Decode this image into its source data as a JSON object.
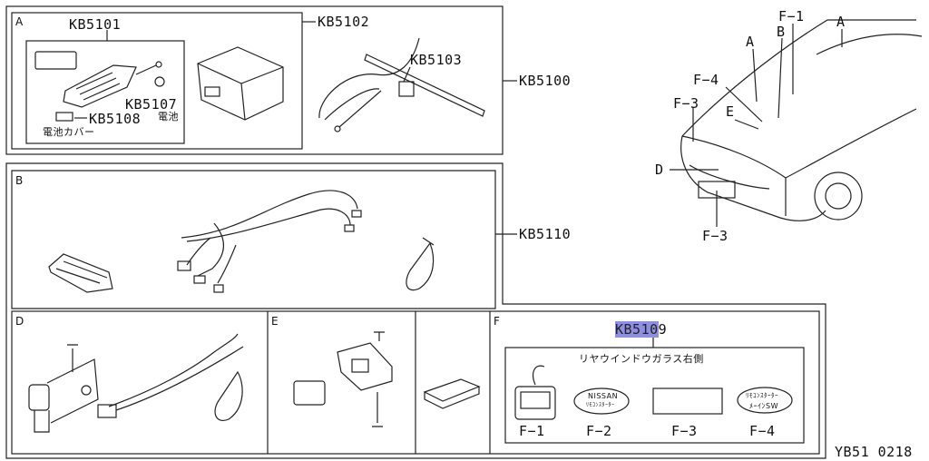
{
  "sections": {
    "a": "A",
    "b": "B",
    "d": "D",
    "e": "E",
    "f": "F"
  },
  "parts": {
    "kb5101": "KB5101",
    "kb5102": "KB5102",
    "kb5103": "KB5103",
    "kb5100": "KB5100",
    "kb5107": "KB5107",
    "kb5108": "KB5108",
    "kb5110": "KB5110",
    "kb5109_highlight": "KB510",
    "kb5109_rest": "9"
  },
  "japanese": {
    "battery": "電池",
    "battery_cover": "電池カバー",
    "rear_window_right": "リヤウインドウガラス右側"
  },
  "car_labels": {
    "f1": "F−1",
    "a_top": "A",
    "a_mid": "A",
    "b": "B",
    "f4": "F−4",
    "e": "E",
    "f3_left": "F−3",
    "d": "D",
    "f3_bottom": "F−3"
  },
  "stickers": {
    "f1": "F−1",
    "f2": "F−2",
    "f3": "F−3",
    "f4": "F−4",
    "nissan": "NISSAN",
    "nissan_sub": "ﾘﾓｺﾝｽﾀｰﾀｰ",
    "remote_top": "ﾘﾓｺﾝｽﾀｰﾀｰ",
    "remote_bottom": "ﾒｰｲﾝSW"
  },
  "diagram_code": "YB51 0218"
}
